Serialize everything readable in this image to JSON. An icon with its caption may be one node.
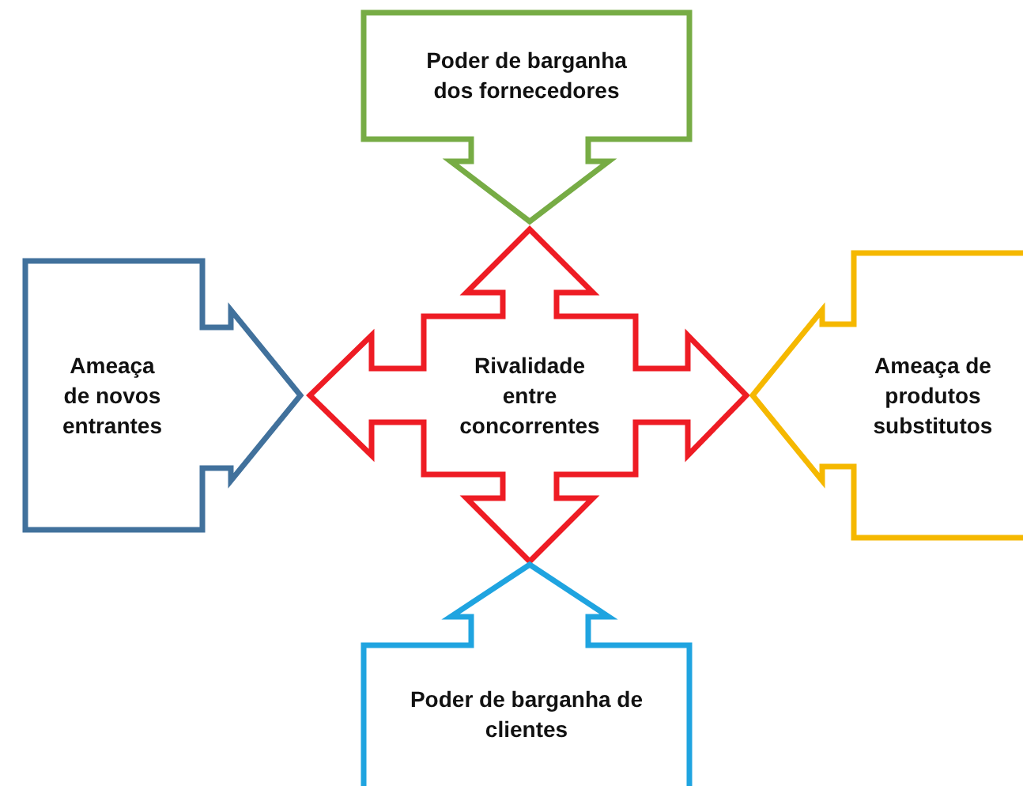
{
  "diagram": {
    "nodes": [
      {
        "text": [
          "Poder de barganha dos fornecedores"
        ]
      },
      {
        "text": [
          "Ameaça de novos entrantes"
        ]
      },
      {
        "text": [
          "Rivalidade entre concorrentes"
        ]
      },
      {
        "text": [
          "Ameaça de produtos substitutos"
        ]
      },
      {
        "text": [
          "Poder de barganha de clientes"
        ]
      }
    ]
  }
}
